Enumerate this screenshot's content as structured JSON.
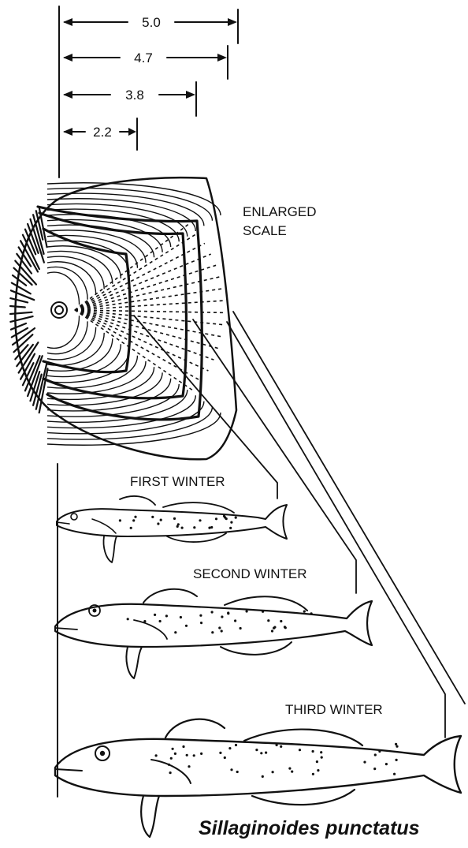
{
  "dimensions": [
    "5.0",
    "4.7",
    "3.8",
    "2.2"
  ],
  "labels": {
    "scale": [
      "ENLARGED",
      "SCALE"
    ],
    "first": "FIRST WINTER",
    "second": "SECOND WINTER",
    "third": "THIRD WINTER"
  },
  "species": "Sillaginoides punctatus",
  "colors": {
    "ink": "#111111",
    "background": "#ffffff"
  }
}
